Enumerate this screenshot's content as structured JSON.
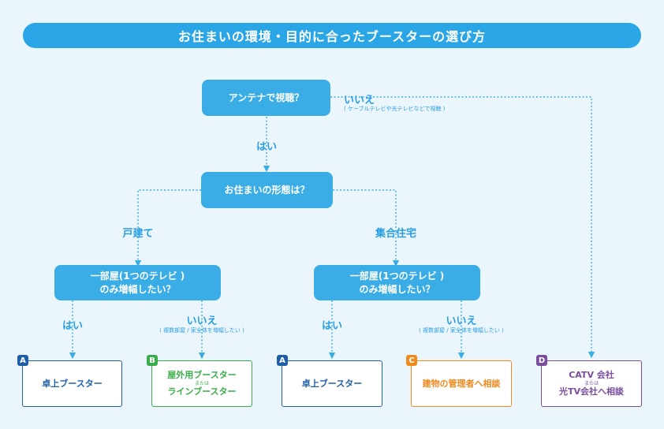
{
  "title": "お住まいの環境・目的に合ったブースターの選び方",
  "colors": {
    "accent": "#2aa6e6",
    "a": "#1f5fa8",
    "b": "#3aad4a",
    "c": "#ee8a1e",
    "d": "#7a4c9c"
  },
  "q1": {
    "text": "アンテナで視聴？",
    "no": "いいえ",
    "no_note": "( ケーブルテレビや光テレビなどで視聴 )",
    "yes": "はい"
  },
  "q2": {
    "text": "お住まいの形態は？",
    "left": "戸建て",
    "right": "集合住宅"
  },
  "q3": {
    "line1": "一部屋(1つのテレビ )",
    "line2": "のみ増幅したい？",
    "yes": "はい",
    "no": "いいえ",
    "no_note": "( 複数部屋 / 家全体を増幅したい )"
  },
  "results": {
    "a": {
      "badge": "A",
      "text": "卓上ブースター"
    },
    "b": {
      "badge": "B",
      "line1": "屋外用ブースター",
      "or": "または",
      "line2": "ラインブースター"
    },
    "c": {
      "badge": "C",
      "text": "建物の管理者へ相談"
    },
    "d": {
      "badge": "D",
      "line1": "CATV 会社",
      "or": "または",
      "line2": "光TV会社へ相談"
    }
  }
}
